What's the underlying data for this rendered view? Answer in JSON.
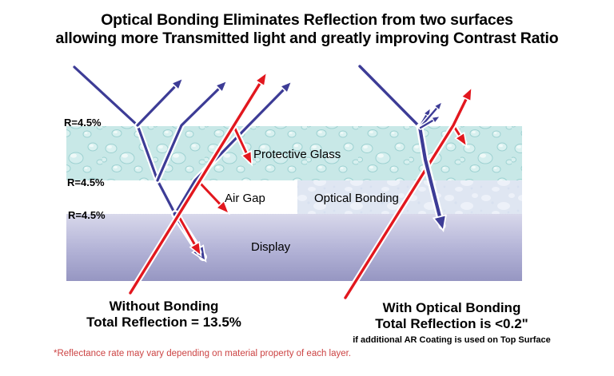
{
  "title": {
    "line1": "Optical Bonding Eliminates Reflection from two surfaces",
    "line2": "allowing more Transmitted light and greatly improving Contrast Ratio"
  },
  "reflectance_labels": {
    "top_surface": "R=4.5%",
    "glass_bottom_surface": "R=4.5%",
    "display_surface": "R=4.5%"
  },
  "layers": {
    "protective_glass": "Protective Glass",
    "air_gap": "Air Gap",
    "optical_bonding": "Optical Bonding",
    "display": "Display"
  },
  "captions": {
    "without_bonding": {
      "line1": "Without Bonding",
      "line2": "Total Reflection = 13.5%"
    },
    "with_bonding": {
      "line1": "With Optical Bonding",
      "line2": "Total Reflection is <0.2\"",
      "note": "if additional AR Coating is used on Top Surface"
    }
  },
  "footnote": "*Reflectance rate may vary depending on material property of each layer.",
  "colors": {
    "incident_ray_blue": "#3d3c96",
    "emitted_ray_red": "#e2171e",
    "glass_layer": "#c8e8e7",
    "bonding_layer": "#dfe6f2",
    "display_top": "#d8d8eb",
    "display_bottom": "#9696c2",
    "footnote_red": "#cc4343",
    "text": "#000000"
  }
}
